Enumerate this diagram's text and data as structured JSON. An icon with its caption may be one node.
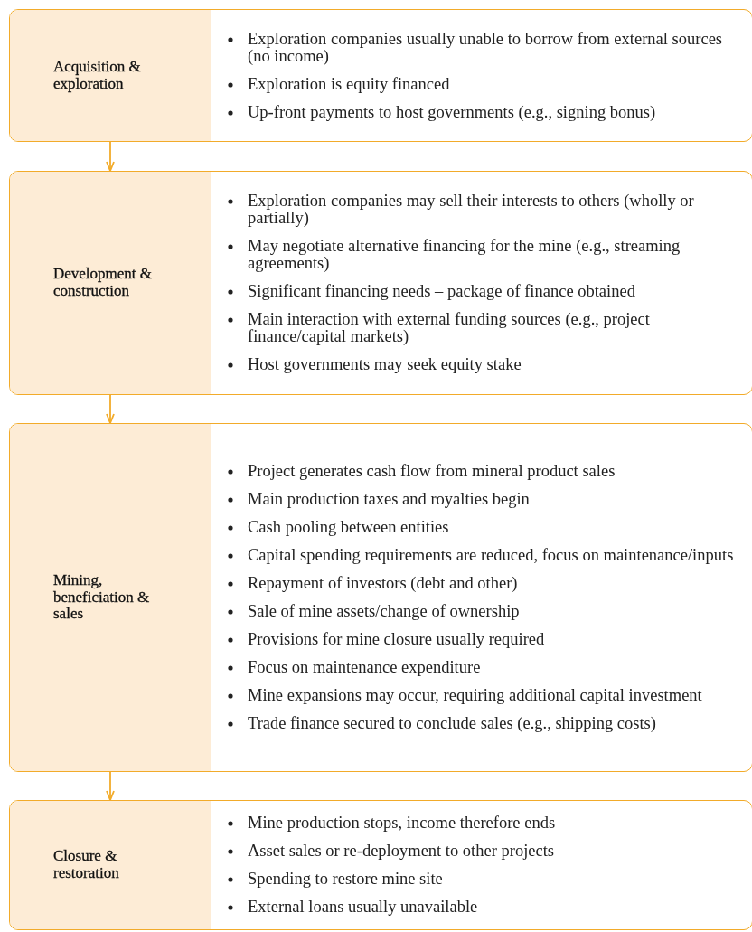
{
  "diagram": {
    "nodes": [
      {
        "text": [
          "Acquisition & exploration",
          "Exploration companies usually unable to borrow from external sources (no income)",
          "Exploration is equity financed",
          "Up-front payments to host governments (e.g., signing bonus)"
        ]
      },
      {
        "text": [
          "Development & construction",
          "Exploration companies may sell their interests to others (wholly or partially)",
          "May negotiate alternative financing for the mine (e.g., streaming agreements)",
          "Significant financing needs – package of finance obtained",
          "Main interaction with external funding sources (e.g., project finance/capital markets)",
          "Host governments may seek equity stake"
        ]
      },
      {
        "text": [
          "Mining, beneficiation & sales",
          "Project generates cash flow from mineral product sales",
          "Main production taxes and royalties begin",
          "Cash pooling between entities",
          "Capital spending requirements are reduced, focus on maintenance/inputs",
          "Repayment of investors (debt and other)",
          "Sale of mine assets/change of ownership",
          "Provisions for mine closure usually required",
          "Focus on maintenance expenditure",
          "Mine expansions may occur, requiring additional capital investment",
          "Trade finance secured to conclude sales (e.g., shipping costs)"
        ]
      },
      {
        "text": [
          "Closure & restoration",
          "Mine production stops, income therefore ends",
          "Asset sales or re-deployment to other projects",
          "Spending to restore mine site",
          "External loans usually unavailable"
        ]
      }
    ],
    "edges": [
      {
        "from": 0,
        "to": 1,
        "arrow": "to"
      },
      {
        "from": 1,
        "to": 2,
        "arrow": "to"
      },
      {
        "from": 2,
        "to": 3,
        "arrow": "to"
      }
    ]
  }
}
